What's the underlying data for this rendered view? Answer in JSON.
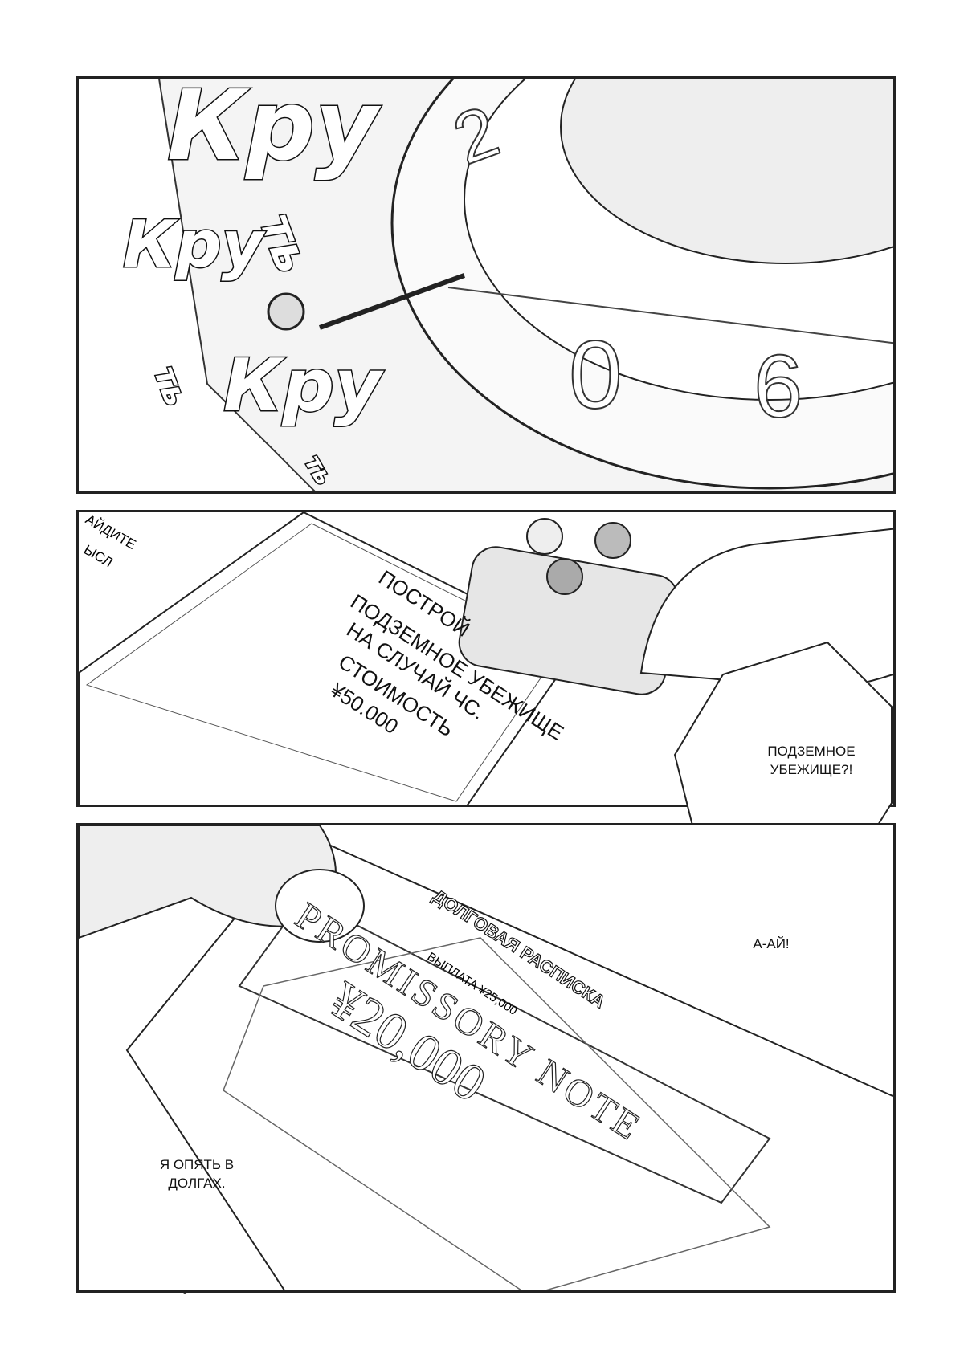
{
  "panel1": {
    "sfx": [
      "Кру",
      "ть",
      "Кру",
      "ть",
      "Кру",
      "ть"
    ],
    "dial_digits": [
      "2",
      "0",
      "6"
    ]
  },
  "panel2": {
    "card_corner_text": [
      "АЙДИТЕ",
      "ЫСЛ"
    ],
    "card_text": [
      "ПОСТРОЙ",
      "ПОДЗЕМНОЕ УБЕЖИЩЕ",
      "НА СЛУЧАЙ ЧС.",
      "СТОИМОСТЬ",
      "¥50.000"
    ],
    "bubble": "ПОДЗЕМНОЕ УБЕЖИЩЕ?!"
  },
  "panel3": {
    "bubble_top": "А-АЙ!",
    "note_label": "ДОЛГОВАЯ РАСПИСКА",
    "note_title": "PROMISSORY NOTE",
    "note_amount": "¥20,000",
    "note_payout": "ВЫПЛАТА ¥25,000",
    "bubble_bottom": "Я ОПЯТЬ В ДОЛГАХ."
  }
}
